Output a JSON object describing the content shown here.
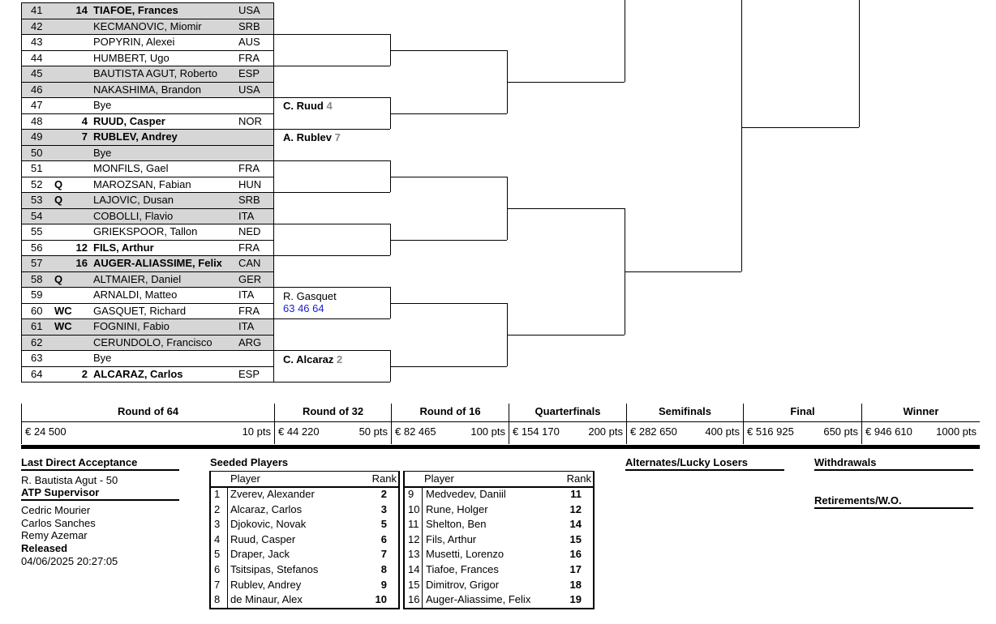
{
  "draw": [
    {
      "num": "41",
      "entry": "",
      "seed": "14",
      "name": "TIAFOE, Frances",
      "country": "USA",
      "shaded": true
    },
    {
      "num": "42",
      "entry": "",
      "seed": "",
      "name": "KECMANOVIC, Miomir",
      "country": "SRB",
      "shaded": true
    },
    {
      "num": "43",
      "entry": "",
      "seed": "",
      "name": "POPYRIN, Alexei",
      "country": "AUS",
      "shaded": false
    },
    {
      "num": "44",
      "entry": "",
      "seed": "",
      "name": "HUMBERT, Ugo",
      "country": "FRA",
      "shaded": false
    },
    {
      "num": "45",
      "entry": "",
      "seed": "",
      "name": "BAUTISTA AGUT, Roberto",
      "country": "ESP",
      "shaded": true
    },
    {
      "num": "46",
      "entry": "",
      "seed": "",
      "name": "NAKASHIMA, Brandon",
      "country": "USA",
      "shaded": true
    },
    {
      "num": "47",
      "entry": "",
      "seed": "",
      "name": "Bye",
      "country": "",
      "shaded": false
    },
    {
      "num": "48",
      "entry": "",
      "seed": "4",
      "name": "RUUD, Casper",
      "country": "NOR",
      "shaded": false
    },
    {
      "num": "49",
      "entry": "",
      "seed": "7",
      "name": "RUBLEV, Andrey",
      "country": "",
      "shaded": true
    },
    {
      "num": "50",
      "entry": "",
      "seed": "",
      "name": "Bye",
      "country": "",
      "shaded": true
    },
    {
      "num": "51",
      "entry": "",
      "seed": "",
      "name": "MONFILS, Gael",
      "country": "FRA",
      "shaded": false
    },
    {
      "num": "52",
      "entry": "Q",
      "seed": "",
      "name": "MAROZSAN, Fabian",
      "country": "HUN",
      "shaded": false
    },
    {
      "num": "53",
      "entry": "Q",
      "seed": "",
      "name": "LAJOVIC, Dusan",
      "country": "SRB",
      "shaded": true
    },
    {
      "num": "54",
      "entry": "",
      "seed": "",
      "name": "COBOLLI, Flavio",
      "country": "ITA",
      "shaded": true
    },
    {
      "num": "55",
      "entry": "",
      "seed": "",
      "name": "GRIEKSPOOR, Tallon",
      "country": "NED",
      "shaded": false
    },
    {
      "num": "56",
      "entry": "",
      "seed": "12",
      "name": "FILS, Arthur",
      "country": "FRA",
      "shaded": false
    },
    {
      "num": "57",
      "entry": "",
      "seed": "16",
      "name": "AUGER-ALIASSIME, Felix",
      "country": "CAN",
      "shaded": true
    },
    {
      "num": "58",
      "entry": "Q",
      "seed": "",
      "name": "ALTMAIER, Daniel",
      "country": "GER",
      "shaded": true
    },
    {
      "num": "59",
      "entry": "",
      "seed": "",
      "name": "ARNALDI, Matteo",
      "country": "ITA",
      "shaded": false
    },
    {
      "num": "60",
      "entry": "WC",
      "seed": "",
      "name": "GASQUET, Richard",
      "country": "FRA",
      "shaded": false
    },
    {
      "num": "61",
      "entry": "WC",
      "seed": "",
      "name": "FOGNINI, Fabio",
      "country": "ITA",
      "shaded": true
    },
    {
      "num": "62",
      "entry": "",
      "seed": "",
      "name": "CERUNDOLO, Francisco",
      "country": "ARG",
      "shaded": true
    },
    {
      "num": "63",
      "entry": "",
      "seed": "",
      "name": "Bye",
      "country": "",
      "shaded": false
    },
    {
      "num": "64",
      "entry": "",
      "seed": "2",
      "name": "ALCARAZ, Carlos",
      "country": "ESP",
      "shaded": false
    }
  ],
  "winners_r32": [
    {
      "name": "C. Ruud",
      "seed": "4",
      "score": ""
    },
    {
      "name": "A. Rublev",
      "seed": "7",
      "score": ""
    },
    {
      "name": "R. Gasquet",
      "seed": "",
      "score": "63 46 64"
    },
    {
      "name": "C. Alcaraz",
      "seed": "2",
      "score": ""
    }
  ],
  "rounds": [
    {
      "name": "Round of 64",
      "prize": "€ 24 500",
      "points": "10 pts"
    },
    {
      "name": "Round of 32",
      "prize": "€ 44 220",
      "points": "50 pts"
    },
    {
      "name": "Round of 16",
      "prize": "€ 82 465",
      "points": "100 pts"
    },
    {
      "name": "Quarterfinals",
      "prize": "€ 154 170",
      "points": "200 pts"
    },
    {
      "name": "Semifinals",
      "prize": "€ 282 650",
      "points": "400 pts"
    },
    {
      "name": "Final",
      "prize": "€ 516 925",
      "points": "650 pts"
    },
    {
      "name": "Winner",
      "prize": "€ 946 610",
      "points": "1000 pts"
    }
  ],
  "footer": {
    "lda_title": "Last Direct Acceptance",
    "lda_value": "R. Bautista Agut - 50",
    "supervisor_title": "ATP Supervisor",
    "supervisors": [
      "Cedric Mourier",
      "Carlos Sanches",
      "Remy Azemar"
    ],
    "released_label": "Released",
    "released_value": "04/06/2025 20:27:05",
    "seeded_title": "Seeded Players",
    "player_header": "Player",
    "rank_header": "Rank",
    "alternates_title": "Alternates/Lucky Losers",
    "withdrawals_title": "Withdrawals",
    "retirements_title": "Retirements/W.O."
  },
  "seeds_left": [
    {
      "seed": "1",
      "name": "Zverev, Alexander",
      "rank": "2"
    },
    {
      "seed": "2",
      "name": "Alcaraz, Carlos",
      "rank": "3"
    },
    {
      "seed": "3",
      "name": "Djokovic, Novak",
      "rank": "5"
    },
    {
      "seed": "4",
      "name": "Ruud, Casper",
      "rank": "6"
    },
    {
      "seed": "5",
      "name": "Draper, Jack",
      "rank": "7"
    },
    {
      "seed": "6",
      "name": "Tsitsipas, Stefanos",
      "rank": "8"
    },
    {
      "seed": "7",
      "name": "Rublev, Andrey",
      "rank": "9"
    },
    {
      "seed": "8",
      "name": "de Minaur, Alex",
      "rank": "10"
    }
  ],
  "seeds_right": [
    {
      "seed": "9",
      "name": "Medvedev, Daniil",
      "rank": "11"
    },
    {
      "seed": "10",
      "name": "Rune, Holger",
      "rank": "12"
    },
    {
      "seed": "11",
      "name": "Shelton, Ben",
      "rank": "14"
    },
    {
      "seed": "12",
      "name": "Fils, Arthur",
      "rank": "15"
    },
    {
      "seed": "13",
      "name": "Musetti, Lorenzo",
      "rank": "16"
    },
    {
      "seed": "14",
      "name": "Tiafoe, Frances",
      "rank": "17"
    },
    {
      "seed": "15",
      "name": "Dimitrov, Grigor",
      "rank": "18"
    },
    {
      "seed": "16",
      "name": "Auger-Aliassime, Felix",
      "rank": "19"
    }
  ]
}
